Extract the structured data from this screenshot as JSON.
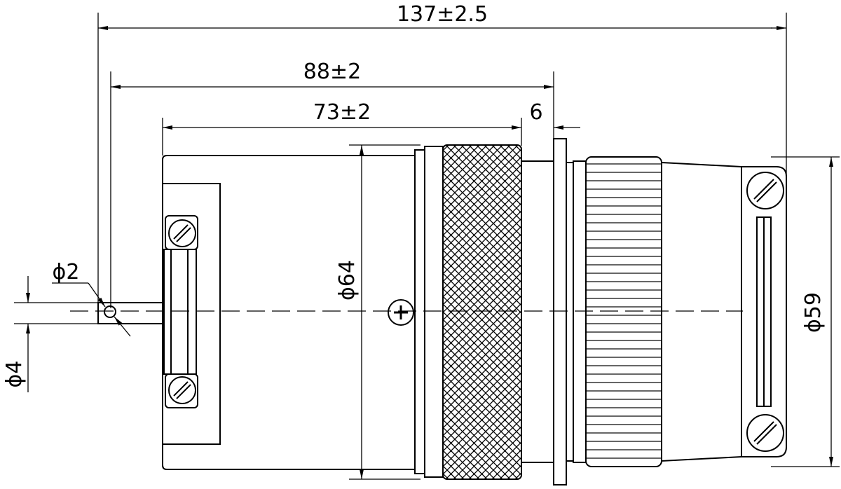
{
  "dimensions": {
    "overall_length": "137±2.5",
    "body_length": "88±2",
    "shell_length": "73±2",
    "flange_thickness": "6",
    "shell_diameter": "ϕ64",
    "plug_diameter": "ϕ59",
    "pin_diameter": "ϕ2",
    "shaft_diameter": "ϕ4"
  }
}
